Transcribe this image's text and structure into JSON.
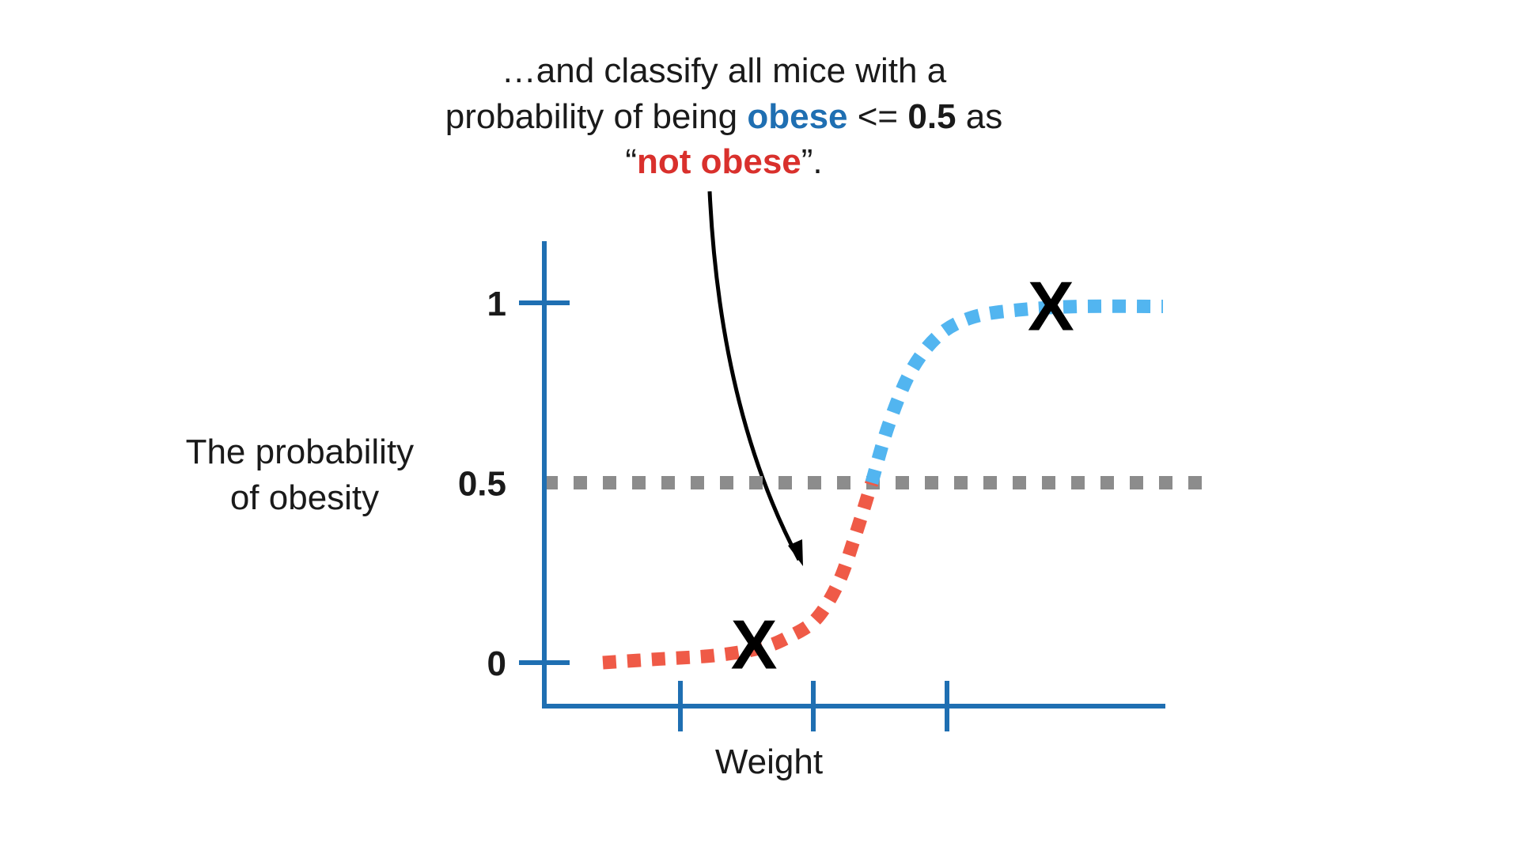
{
  "caption": {
    "line1": "…and classify all mice with a",
    "line2_prefix": "probability of being ",
    "line2_highlight": "obese",
    "line2_mid": " <= ",
    "line2_bold": "0.5",
    "line2_suffix": " as",
    "line3_open_quote": "“",
    "line3_highlight": "not obese",
    "line3_close": "”."
  },
  "colors": {
    "axis": "#1f6fb2",
    "threshold": "#8c8c8c",
    "curve_low": "#ef5a47",
    "curve_high": "#52b5f0",
    "obese_text": "#1f6fb2",
    "not_obese_text": "#d9302c",
    "arrow": "#000000"
  },
  "chart_data": {
    "type": "line",
    "xlabel": "Weight",
    "ylabel_lines": [
      "The probability",
      "of obesity"
    ],
    "ylim": [
      0,
      1
    ],
    "y_ticks": [
      {
        "value": 0,
        "label": "0"
      },
      {
        "value": 0.5,
        "label": "0.5"
      },
      {
        "value": 1,
        "label": "1"
      }
    ],
    "x_ticks_count": 3,
    "grid": false,
    "threshold": 0.5,
    "series": [
      {
        "style": "dotted logistic curve, red below 0.5, blue above 0.5",
        "points": [
          [
            0.0,
            0.0
          ],
          [
            0.1,
            0.01
          ],
          [
            0.2,
            0.02
          ],
          [
            0.28,
            0.04
          ],
          [
            0.33,
            0.07
          ],
          [
            0.38,
            0.12
          ],
          [
            0.42,
            0.22
          ],
          [
            0.45,
            0.35
          ],
          [
            0.48,
            0.5
          ],
          [
            0.51,
            0.66
          ],
          [
            0.55,
            0.81
          ],
          [
            0.6,
            0.91
          ],
          [
            0.66,
            0.96
          ],
          [
            0.74,
            0.98
          ],
          [
            0.85,
            0.99
          ],
          [
            1.0,
            0.99
          ]
        ]
      }
    ],
    "markers": [
      {
        "label": "X",
        "x": 0.27,
        "y": 0.05
      },
      {
        "label": "X",
        "x": 0.8,
        "y": 0.99
      }
    ]
  }
}
